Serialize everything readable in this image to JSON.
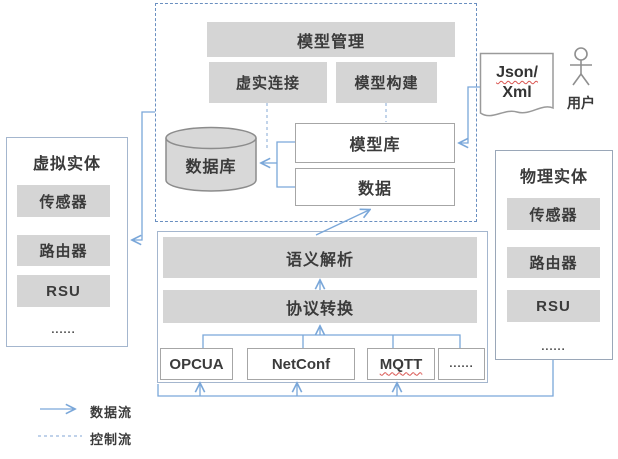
{
  "diagram": {
    "top_group": {
      "model_management": "模型管理",
      "virtual_real_connection": "虚实连接",
      "model_building": "模型构建",
      "model_library": "模型库",
      "data": "数据",
      "database": "数据库"
    },
    "io": {
      "doc_line1": "Json/",
      "doc_line2": "Xml",
      "user_label": "用户"
    },
    "left_panel": {
      "title": "虚拟实体",
      "items": [
        "传感器",
        "路由器",
        "RSU",
        "......"
      ]
    },
    "right_panel": {
      "title": "物理实体",
      "items": [
        "传感器",
        "路由器",
        "RSU",
        "......"
      ]
    },
    "middle": {
      "semantic_parsing": "语义解析",
      "protocol_conversion": "协议转换",
      "protocols": [
        "OPCUA",
        "NetConf",
        "MQTT",
        "......"
      ]
    },
    "legend": {
      "data_flow": "数据流",
      "control_flow": "控制流"
    },
    "colors": {
      "flow_line": "#7aa7d9",
      "control_line": "#9ab8dd",
      "dashed_border": "#6a8fc0",
      "node_fill": "#d5d5d5",
      "misspell_underline": "#d9534f"
    }
  }
}
